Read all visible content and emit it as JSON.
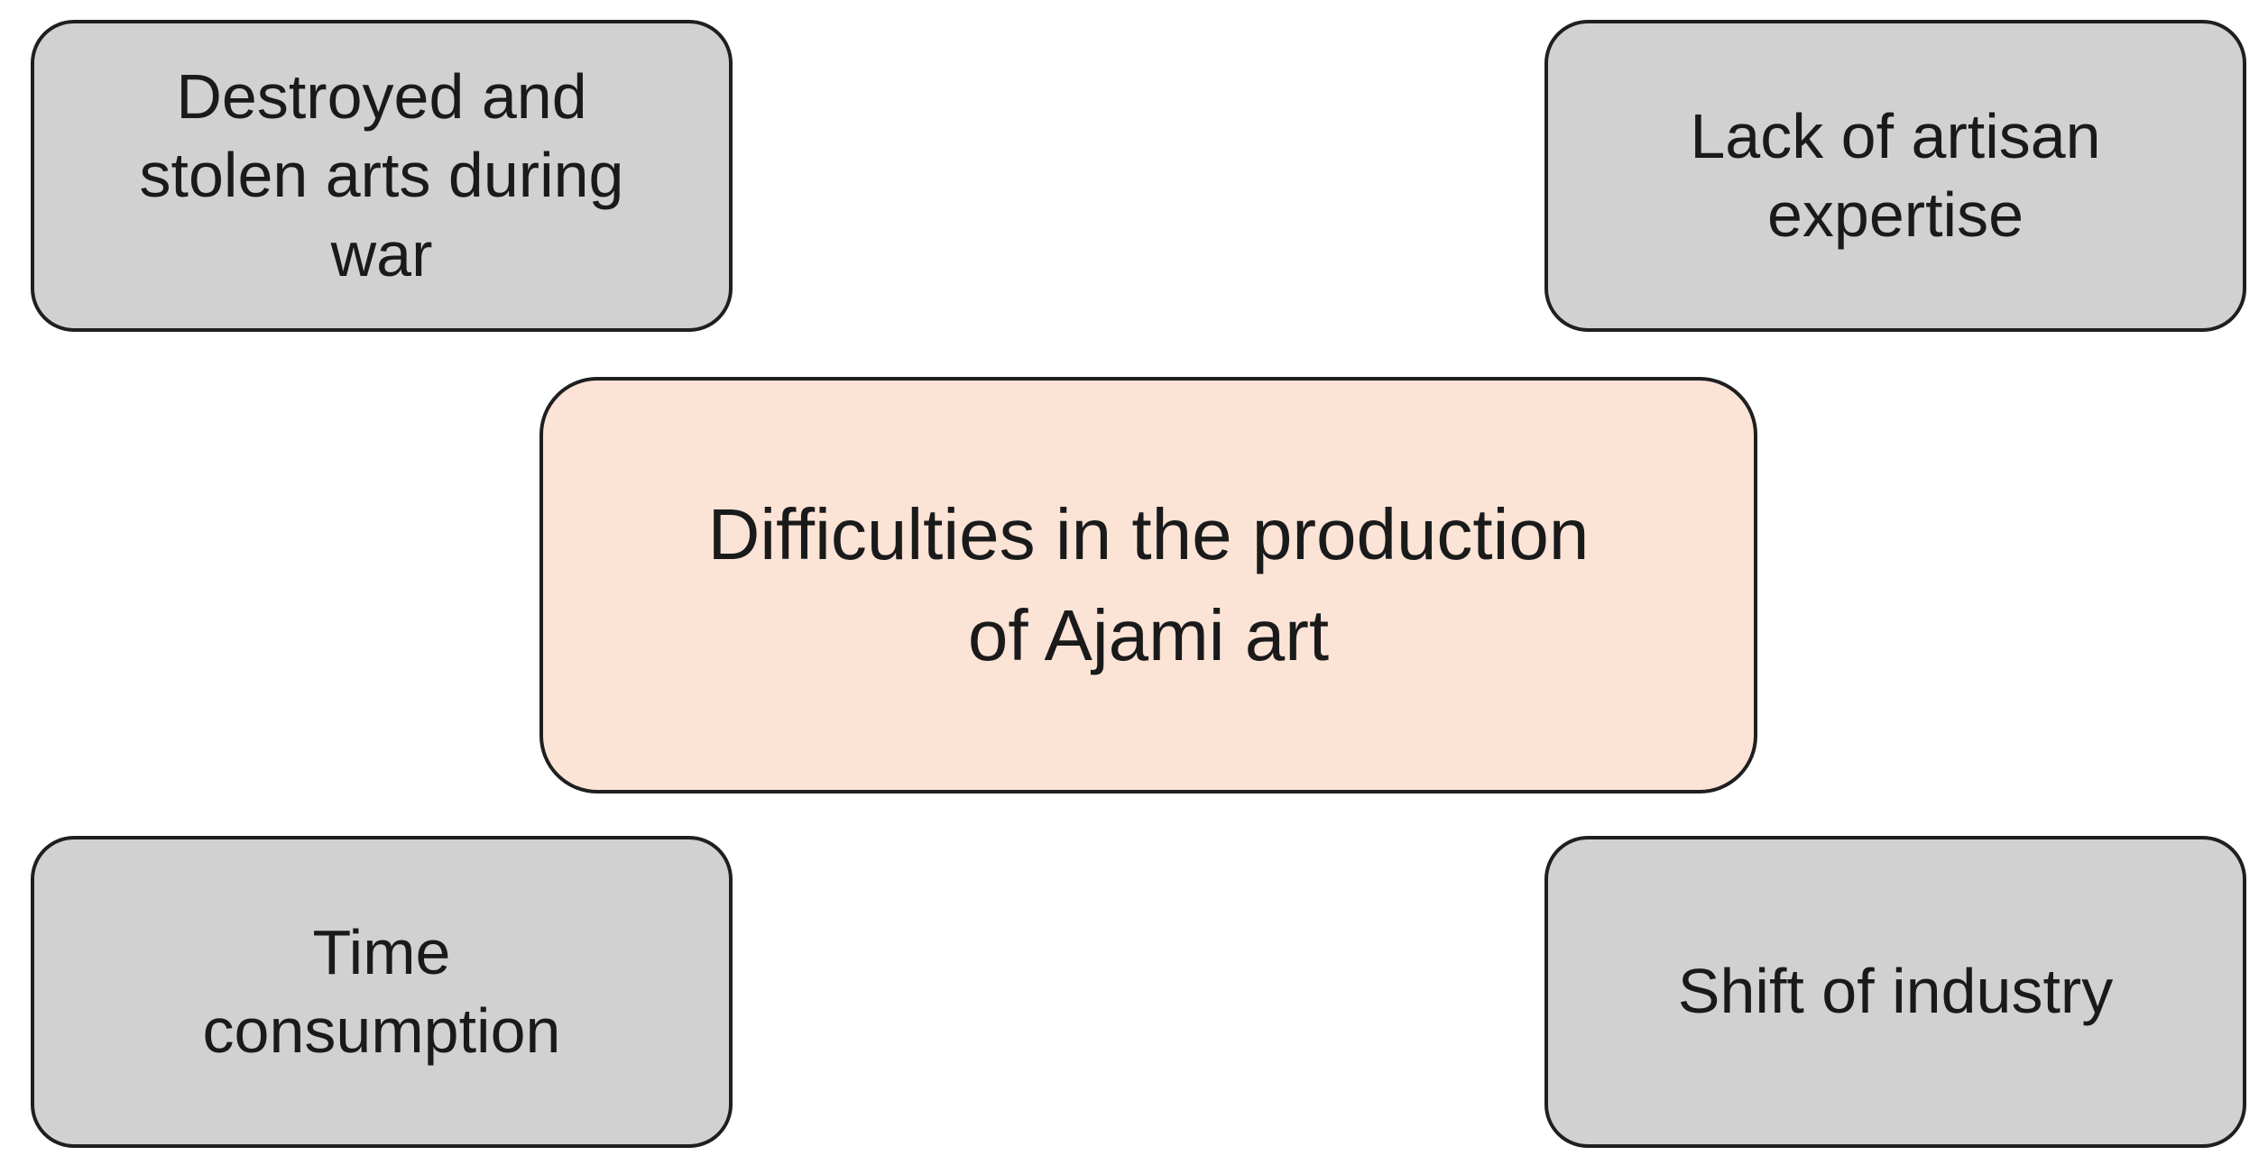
{
  "center": {
    "text": "Difficulties in the production\nof Ajami art"
  },
  "causes": {
    "top_left": "Destroyed and\nstolen arts during\nwar",
    "top_right": "Lack of artisan\nexpertise",
    "bottom_left": "Time\nconsumption",
    "bottom_right": "Shift of industry"
  },
  "colors": {
    "center_fill": "#fbe3d6",
    "cause_fill": "#d1d1d1",
    "border": "#1f1f1f",
    "text": "#1a1a1a"
  }
}
